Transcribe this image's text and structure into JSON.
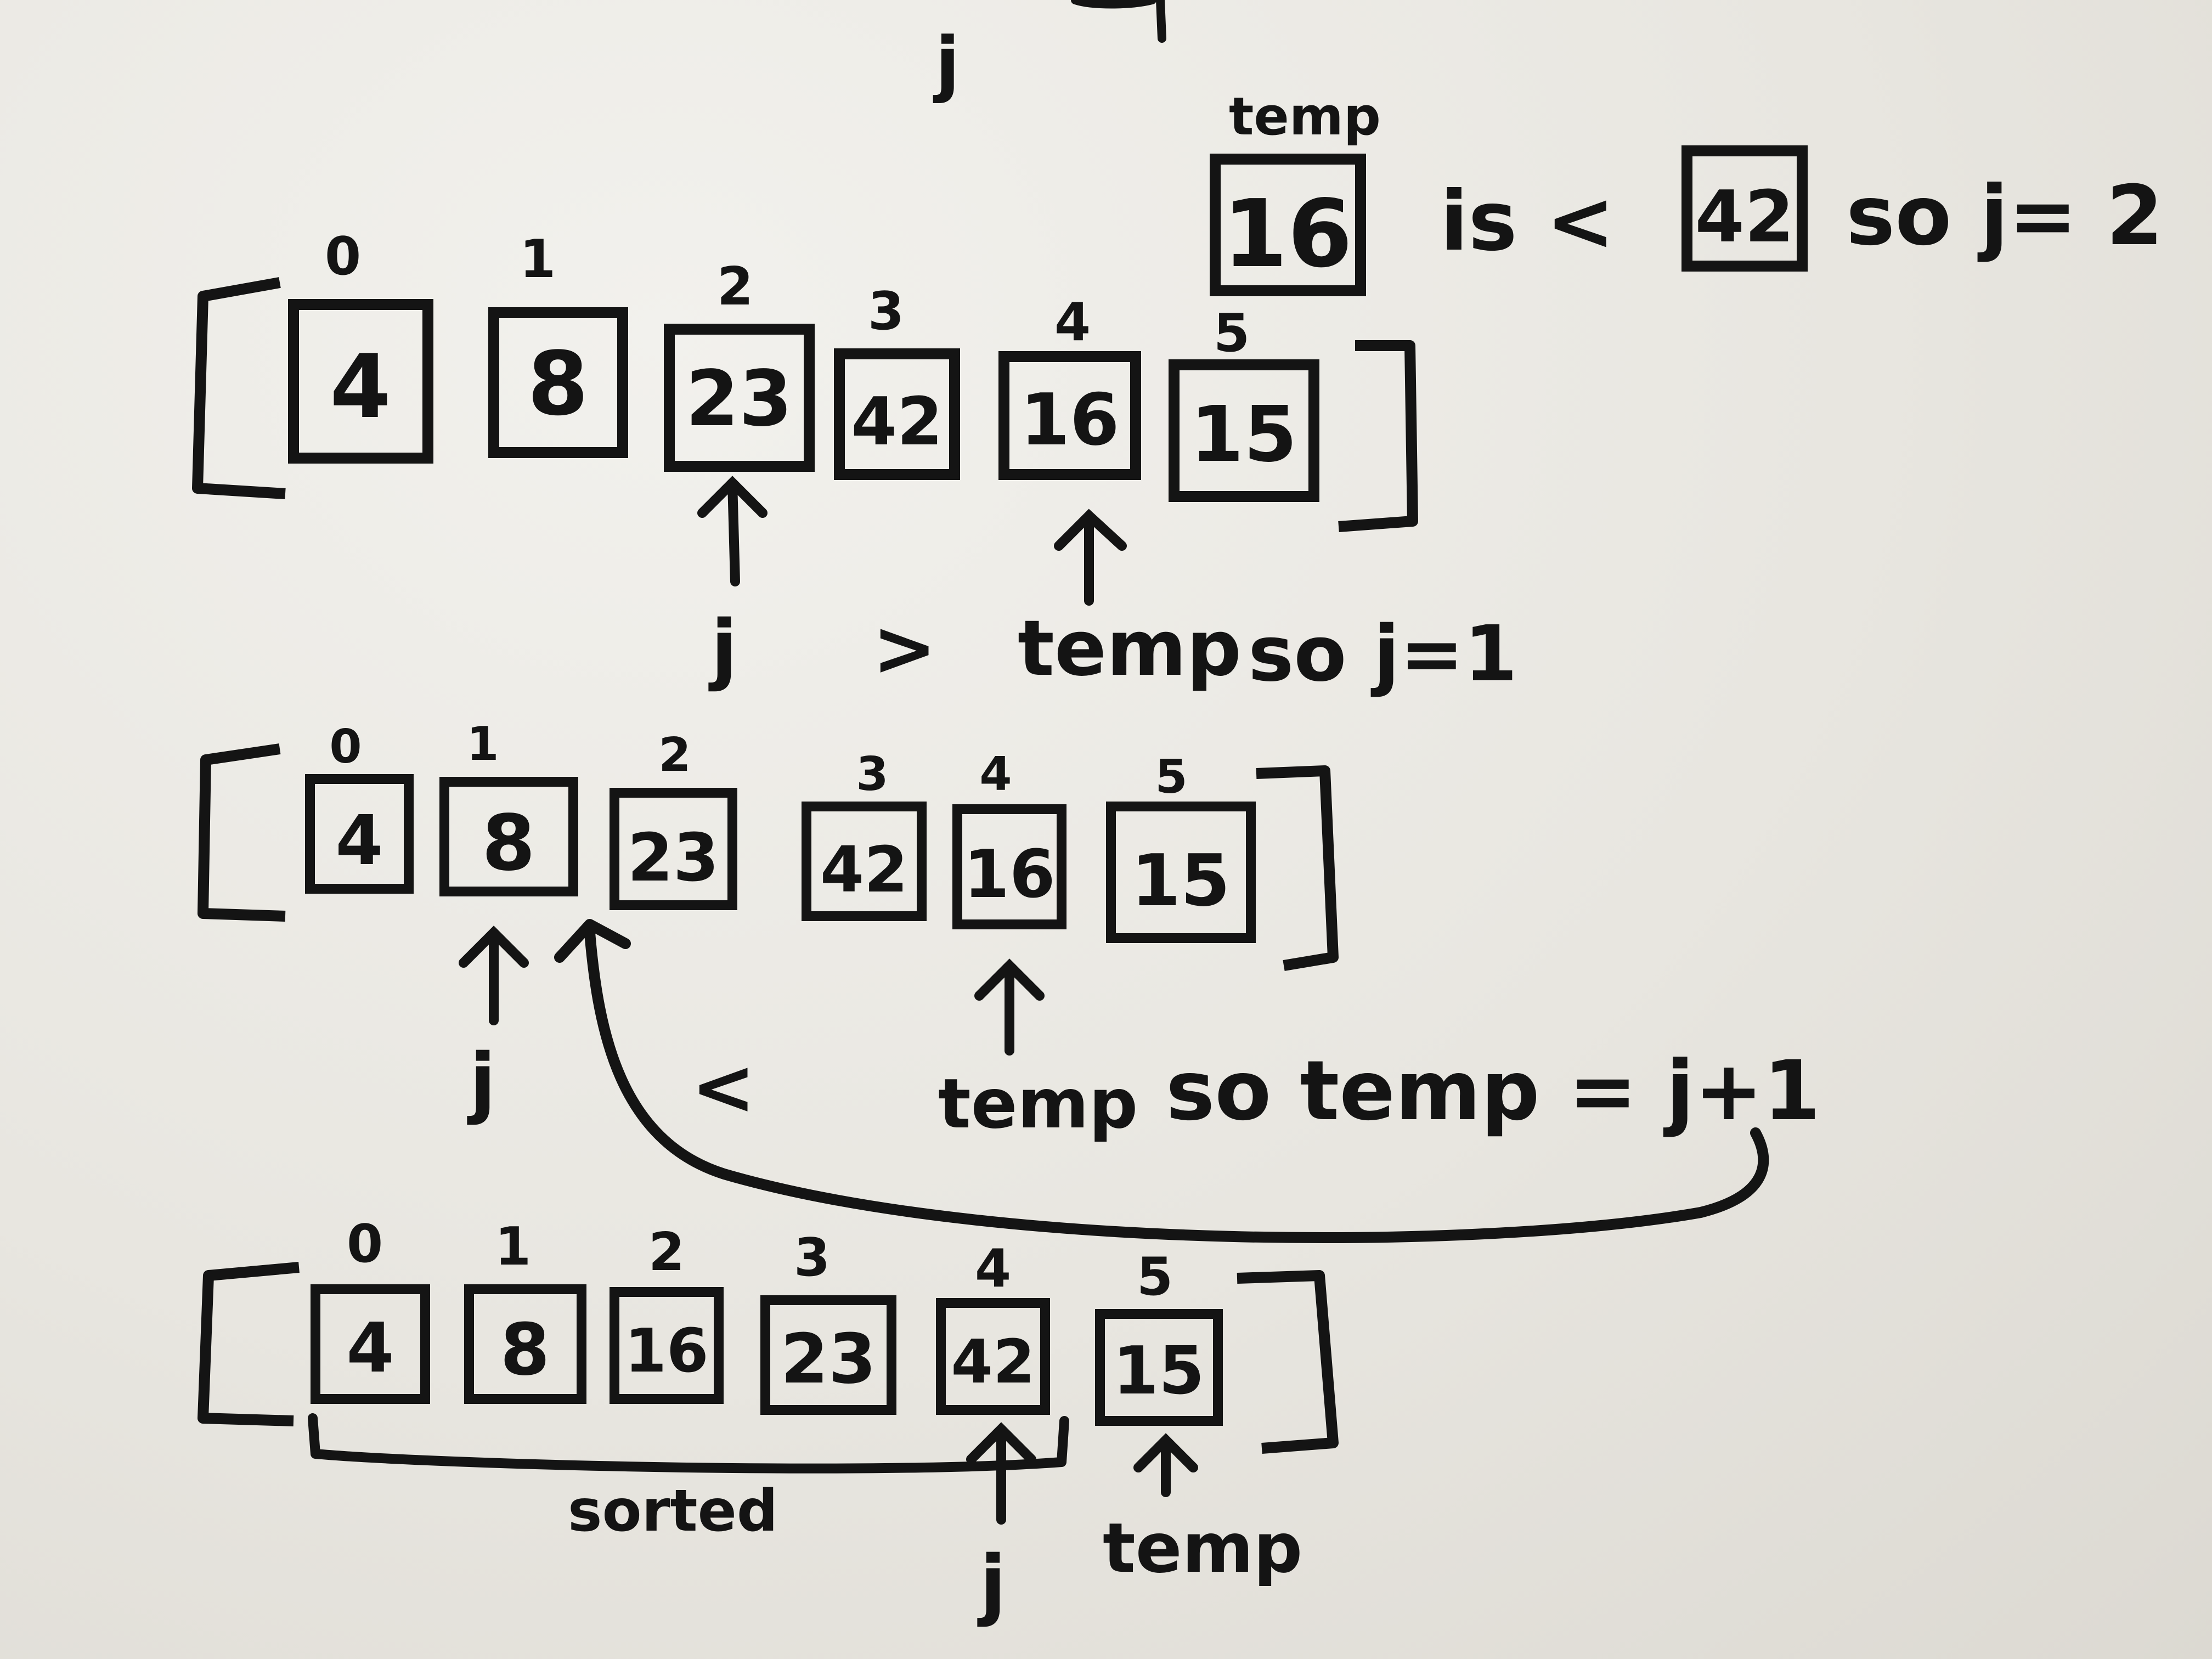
{
  "top_fragment": {
    "j": "j"
  },
  "step1": {
    "temp_label": "temp",
    "temp_value": "16",
    "is_lt": "is <",
    "compare_value": "42",
    "conclusion": "so j= 2",
    "indices": [
      "0",
      "1",
      "2",
      "3",
      "4",
      "5"
    ],
    "values": [
      "4",
      "8",
      "23",
      "42",
      "16",
      "15"
    ],
    "j_label": "j",
    "op": ">",
    "temp_label2": "temp",
    "result": "so j=1"
  },
  "step2": {
    "indices": [
      "0",
      "1",
      "2",
      "3",
      "4",
      "5"
    ],
    "values": [
      "4",
      "8",
      "23",
      "42",
      "16",
      "15"
    ],
    "j_label": "j",
    "op": "<",
    "temp_label": "temp",
    "result": "so temp = j+1"
  },
  "step3": {
    "indices": [
      "0",
      "1",
      "2",
      "3",
      "4",
      "5"
    ],
    "values": [
      "4",
      "8",
      "16",
      "23",
      "42",
      "15"
    ],
    "sorted_label": "sorted",
    "j_label": "j",
    "temp_label": "temp"
  }
}
